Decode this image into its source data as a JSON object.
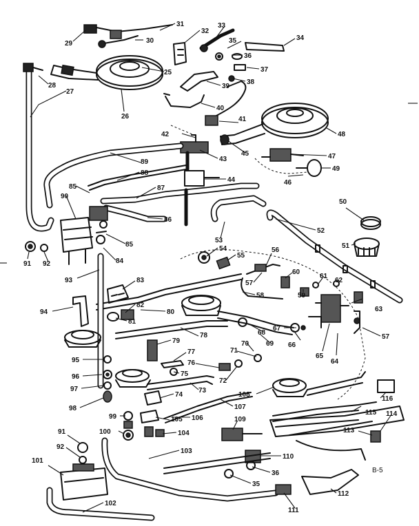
{
  "figure_ref": "B-5",
  "callouts": [
    "25",
    "26",
    "27",
    "28",
    "29",
    "30",
    "31",
    "32",
    "33",
    "34",
    "35",
    "36",
    "37",
    "38",
    "39",
    "40",
    "41",
    "42",
    "43",
    "44",
    "45",
    "46",
    "47",
    "48",
    "49",
    "50",
    "51",
    "52",
    "53",
    "54",
    "55",
    "56",
    "57",
    "58",
    "59",
    "60",
    "61",
    "62",
    "63",
    "64",
    "65",
    "66",
    "67",
    "68",
    "69",
    "70",
    "71",
    "72",
    "73",
    "74",
    "75",
    "76",
    "77",
    "78",
    "79",
    "80",
    "81",
    "82",
    "83",
    "84",
    "85",
    "86",
    "87",
    "88",
    "89",
    "90",
    "91",
    "92",
    "93",
    "94",
    "95",
    "96",
    "97",
    "98",
    "99",
    "100",
    "101",
    "102",
    "103",
    "104",
    "105",
    "106",
    "107",
    "108",
    "109",
    "110",
    "111",
    "112",
    "113",
    "114",
    "115",
    "116"
  ]
}
